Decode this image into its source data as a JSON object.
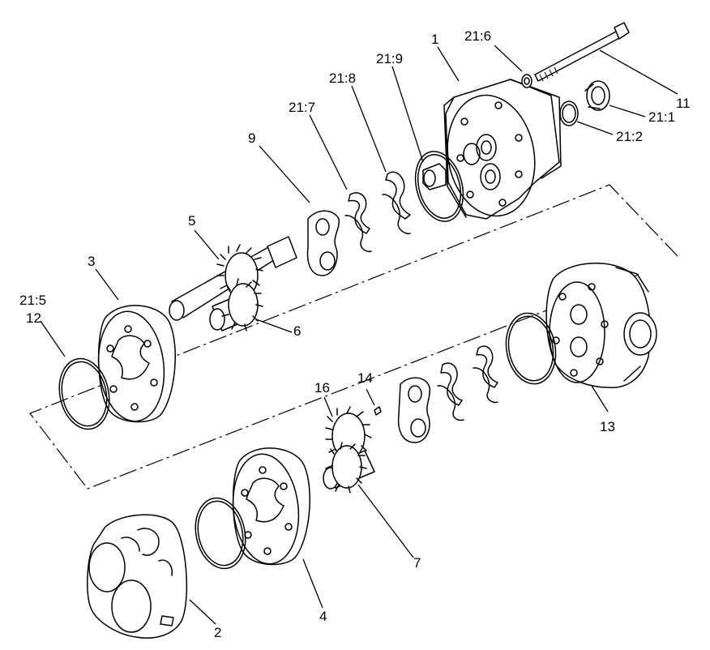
{
  "callouts": {
    "c1": "1",
    "c2": "2",
    "c3": "3",
    "c4": "4",
    "c5": "5",
    "c6": "6",
    "c7": "7",
    "c9": "9",
    "c11": "11",
    "c12": "12",
    "c13": "13",
    "c14": "14",
    "c16": "16",
    "c21_1": "21:1",
    "c21_2": "21:2",
    "c21_5": "21:5",
    "c21_6": "21:6",
    "c21_7": "21:7",
    "c21_8": "21:8",
    "c21_9": "21:9"
  }
}
